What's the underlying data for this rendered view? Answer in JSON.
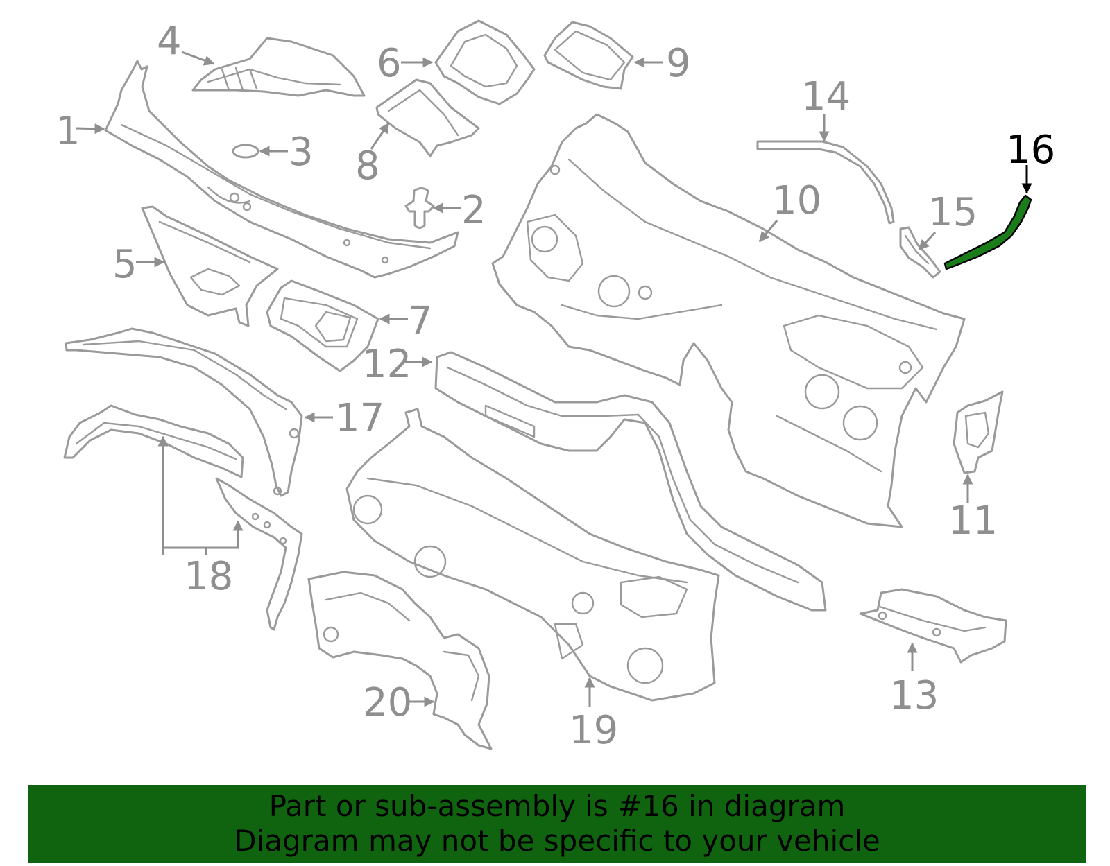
{
  "diagram": {
    "highlighted_part": "16",
    "highlight_color": "#1a7d1a",
    "banner_color": "#106410",
    "callouts": [
      {
        "id": "1",
        "label": "1"
      },
      {
        "id": "2",
        "label": "2"
      },
      {
        "id": "3",
        "label": "3"
      },
      {
        "id": "4",
        "label": "4"
      },
      {
        "id": "5",
        "label": "5"
      },
      {
        "id": "6",
        "label": "6"
      },
      {
        "id": "7",
        "label": "7"
      },
      {
        "id": "8",
        "label": "8"
      },
      {
        "id": "9",
        "label": "9"
      },
      {
        "id": "10",
        "label": "10"
      },
      {
        "id": "11",
        "label": "11"
      },
      {
        "id": "12",
        "label": "12"
      },
      {
        "id": "13",
        "label": "13"
      },
      {
        "id": "14",
        "label": "14"
      },
      {
        "id": "15",
        "label": "15"
      },
      {
        "id": "16",
        "label": "16"
      },
      {
        "id": "17",
        "label": "17"
      },
      {
        "id": "18",
        "label": "18"
      },
      {
        "id": "19",
        "label": "19"
      },
      {
        "id": "20",
        "label": "20"
      }
    ]
  },
  "banner": {
    "line1": "Part or sub-assembly is #16 in diagram",
    "line2": "Diagram may not be specific to your vehicle"
  }
}
